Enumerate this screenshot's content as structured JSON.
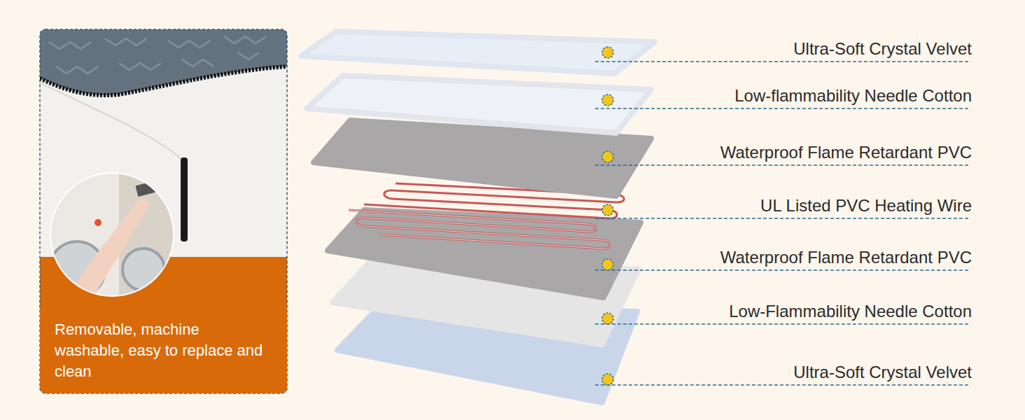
{
  "diagram": {
    "nodes": [
      {
        "text": [
          "Removable, machine washable, easy to replace and clean"
        ]
      }
    ],
    "labels": [
      "Ultra-Soft Crystal Velvet",
      "Low-flammability Needle Cotton",
      "Waterproof Flame Retardant PVC",
      "UL Listed PVC Heating Wire",
      "Waterproof Flame Retardant PVC",
      "Low-Flammability Needle Cotton",
      "Ultra-Soft Crystal Velvet"
    ]
  }
}
